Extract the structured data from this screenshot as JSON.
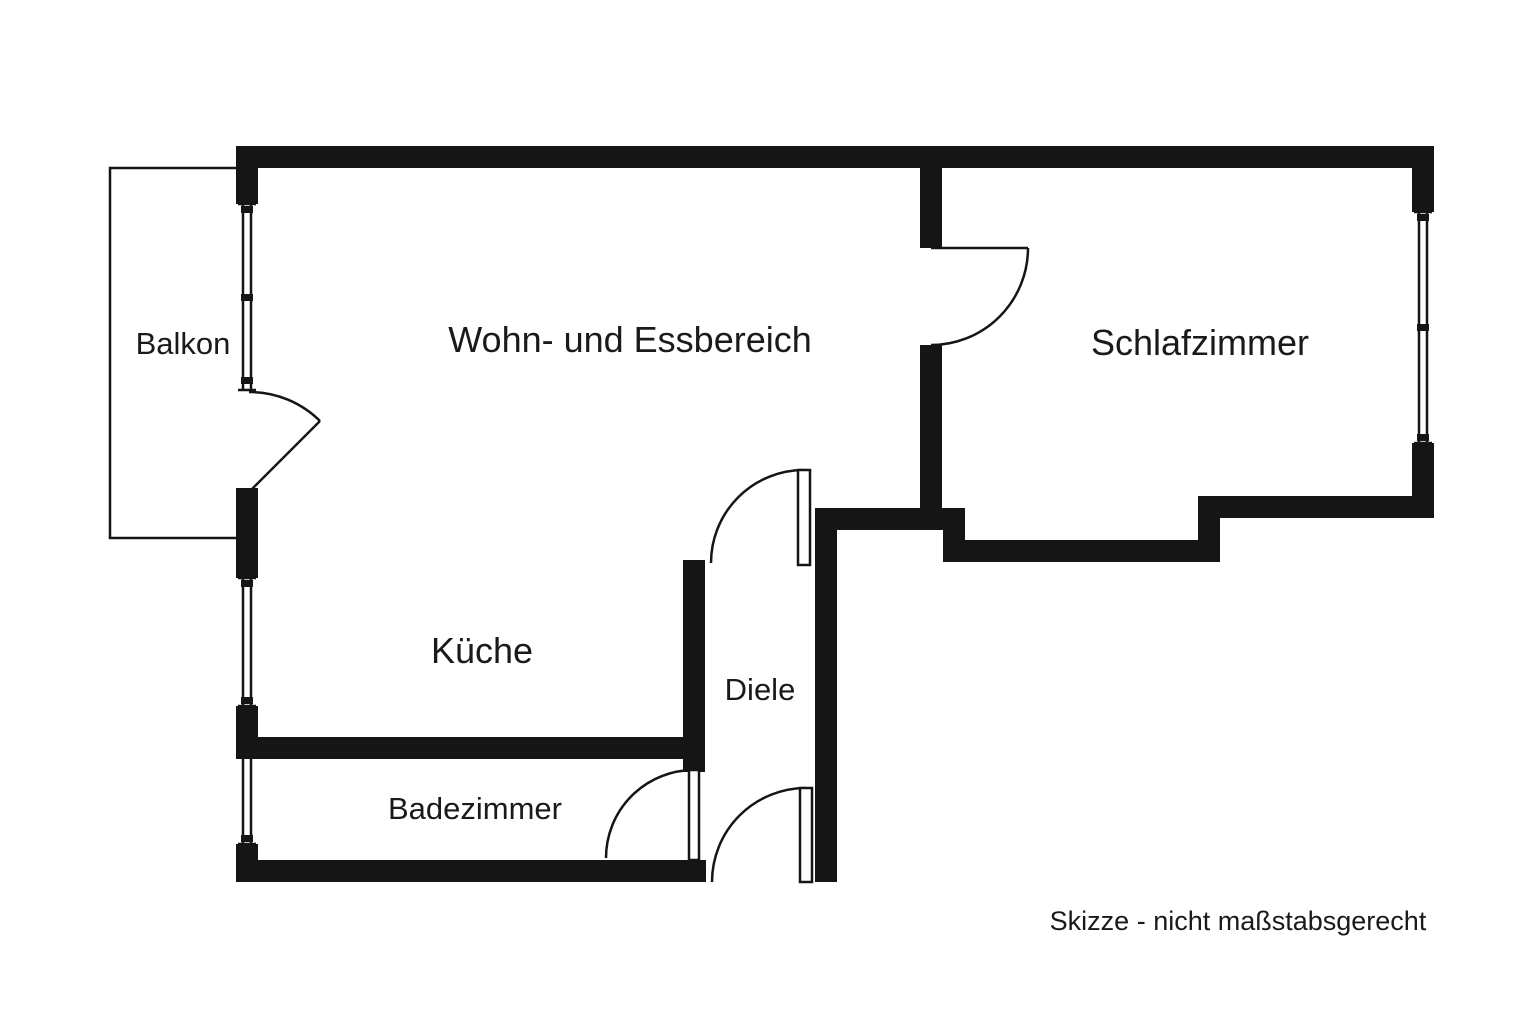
{
  "diagram": {
    "type": "floor-plan",
    "title": "",
    "rooms": [
      {
        "id": "balkon",
        "label": "Balkon"
      },
      {
        "id": "wohn-essen",
        "label": "Wohn- und Essbereich"
      },
      {
        "id": "schlafzimmer",
        "label": "Schlafzimmer"
      },
      {
        "id": "kueche",
        "label": "Küche"
      },
      {
        "id": "diele",
        "label": "Diele"
      },
      {
        "id": "badezimmer",
        "label": "Badezimmer"
      }
    ],
    "note": "Skizze - nicht maßstabsgerecht",
    "colors": {
      "wall": "#151515",
      "background": "#ffffff",
      "text": "#1a1a1a"
    }
  }
}
